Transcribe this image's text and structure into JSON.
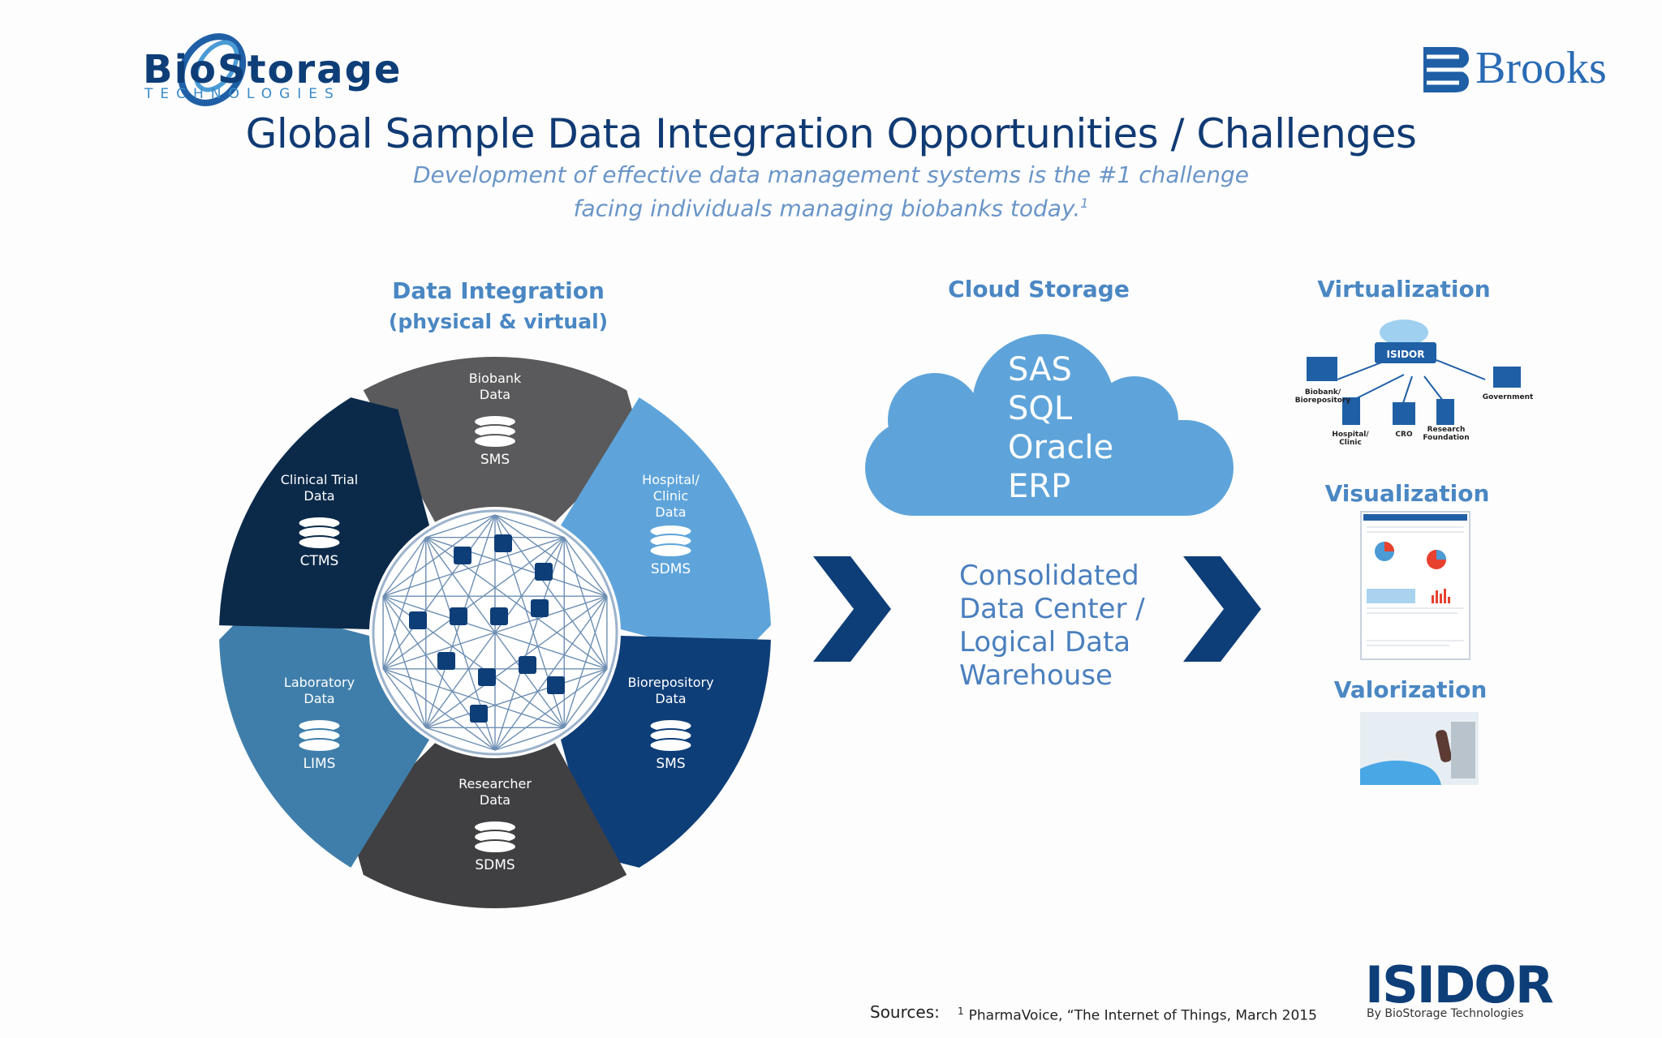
{
  "header": {
    "company_logo_text": "BioStorage",
    "company_logo_sub": "TECHNOLOGIES",
    "partner_logo_text": "Brooks",
    "title": "Global Sample Data Integration Opportunities / Challenges",
    "subtitle_line1": "Development of effective data management systems is the #1 challenge",
    "subtitle_line2": "facing individuals managing biobanks today.",
    "subtitle_footnote": "1"
  },
  "data_integration": {
    "heading_line1": "Data Integration",
    "heading_line2": "(physical & virtual)",
    "segments": [
      {
        "label_lines": [
          "Biobank",
          "Data"
        ],
        "system": "SMS",
        "color": "#5a5a5c"
      },
      {
        "label_lines": [
          "Hospital/",
          "Clinic",
          "Data"
        ],
        "system": "SDMS",
        "color": "#5ea4da"
      },
      {
        "label_lines": [
          "Biorepository",
          "Data"
        ],
        "system": "SMS",
        "color": "#0e3e78"
      },
      {
        "label_lines": [
          "Researcher",
          "Data"
        ],
        "system": "SDMS",
        "color": "#404042"
      },
      {
        "label_lines": [
          "Laboratory",
          "Data"
        ],
        "system": "LIMS",
        "color": "#3f7eaa"
      },
      {
        "label_lines": [
          "Clinical Trial",
          "Data"
        ],
        "system": "CTMS",
        "color": "#0b2a4a"
      }
    ]
  },
  "cloud_storage": {
    "heading": "Cloud Storage",
    "items": [
      "SAS",
      "SQL",
      "Oracle",
      "ERP"
    ],
    "consolidated_lines": [
      "Consolidated",
      "Data Center /",
      "Logical Data",
      "Warehouse"
    ]
  },
  "right_panel": {
    "virtualization": "Virtualization",
    "network_hub": "ISIDOR",
    "network_nodes": [
      {
        "label_lines": [
          "Biobank/",
          "Biorepository"
        ]
      },
      {
        "label_lines": [
          "Government"
        ]
      },
      {
        "label_lines": [
          "Hospital/",
          "Clinic"
        ]
      },
      {
        "label_lines": [
          "CRO"
        ]
      },
      {
        "label_lines": [
          "Research",
          "Foundation"
        ]
      }
    ],
    "visualization": "Visualization",
    "valorization": "Valorization"
  },
  "footer": {
    "sources_label": "Sources:",
    "footnote_number": "1",
    "footnote_text": "PharmaVoice, “The Internet of Things, March 2015",
    "isidor_logo": "ISIDOR",
    "isidor_by": "By BioStorage Technologies"
  },
  "colors": {
    "title": "#103a73",
    "accent": "#4a87c3",
    "arrow": "#0e3e78",
    "cloud": "#5ea4da"
  }
}
